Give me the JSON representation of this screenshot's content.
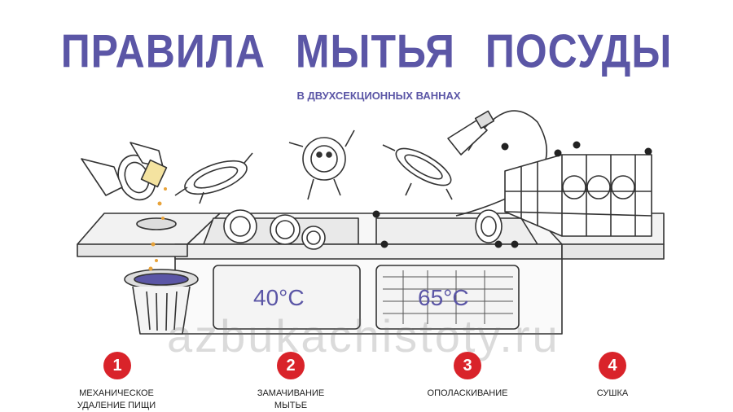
{
  "header": {
    "title": "ПРАВИЛА  МЫТЬЯ  ПОСУДЫ",
    "subtitle": "В ДВУХСЕКЦИОННЫХ ВАННАХ"
  },
  "sinks": {
    "wash_temp": "40°C",
    "rinse_temp": "65°C"
  },
  "watermark": "azbukachistoty.ru",
  "steps": [
    {
      "number": "1",
      "label": "МЕХАНИЧЕСКОЕ\nУДАЛЕНИЕ ПИЩИ"
    },
    {
      "number": "2",
      "label": "ЗАМАЧИВАНИЕ\nМЫТЬЕ"
    },
    {
      "number": "3",
      "label": "ОПОЛАСКИВАНИЕ"
    },
    {
      "number": "4",
      "label": "СУШКА"
    }
  ],
  "colors": {
    "title": "#5b56a6",
    "step_badge": "#d9232a",
    "line": "#333333"
  }
}
